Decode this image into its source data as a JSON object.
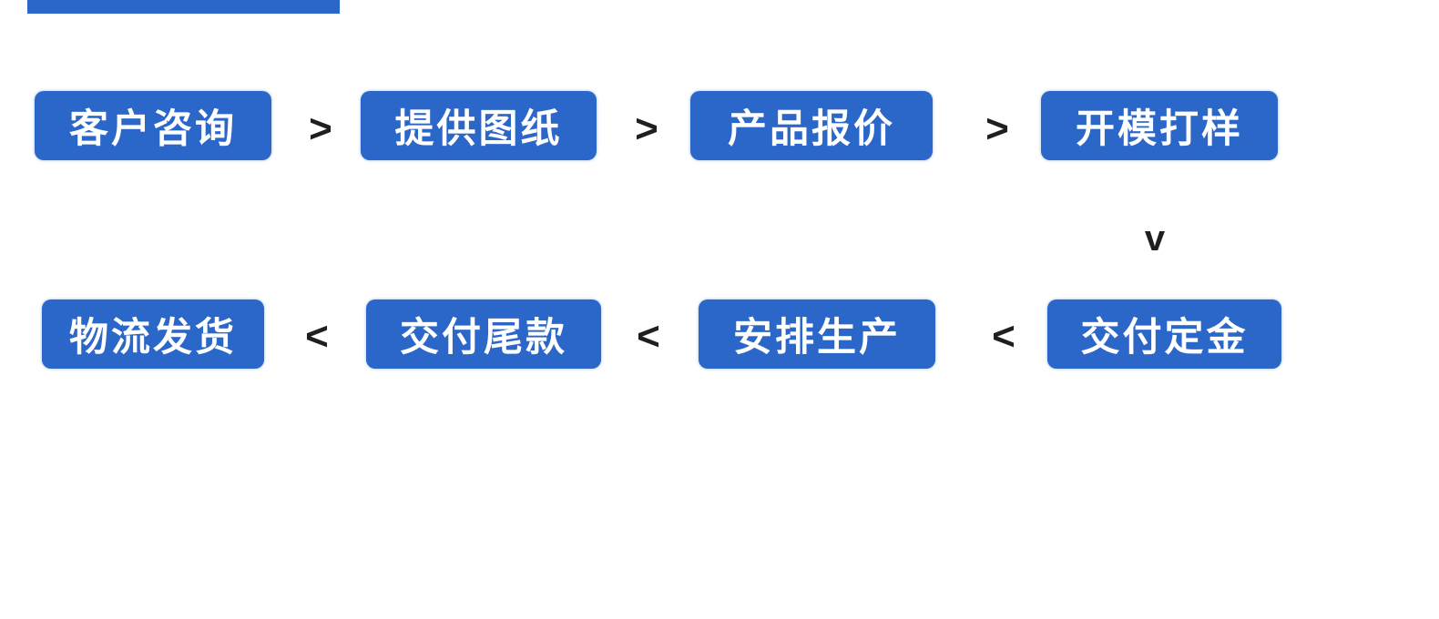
{
  "colors": {
    "accent_blue": "#2b66c9",
    "connector": "#1f1f1f",
    "step_text": "#ffffff"
  },
  "flow": {
    "row1": {
      "steps": [
        "客户咨询",
        "提供图纸",
        "产品报价",
        "开模打样"
      ],
      "connector": ">"
    },
    "row2": {
      "steps": [
        "物流发货",
        "交付尾款",
        "安排生产",
        "交付定金"
      ],
      "connector": "<"
    },
    "down_connector": "v"
  }
}
